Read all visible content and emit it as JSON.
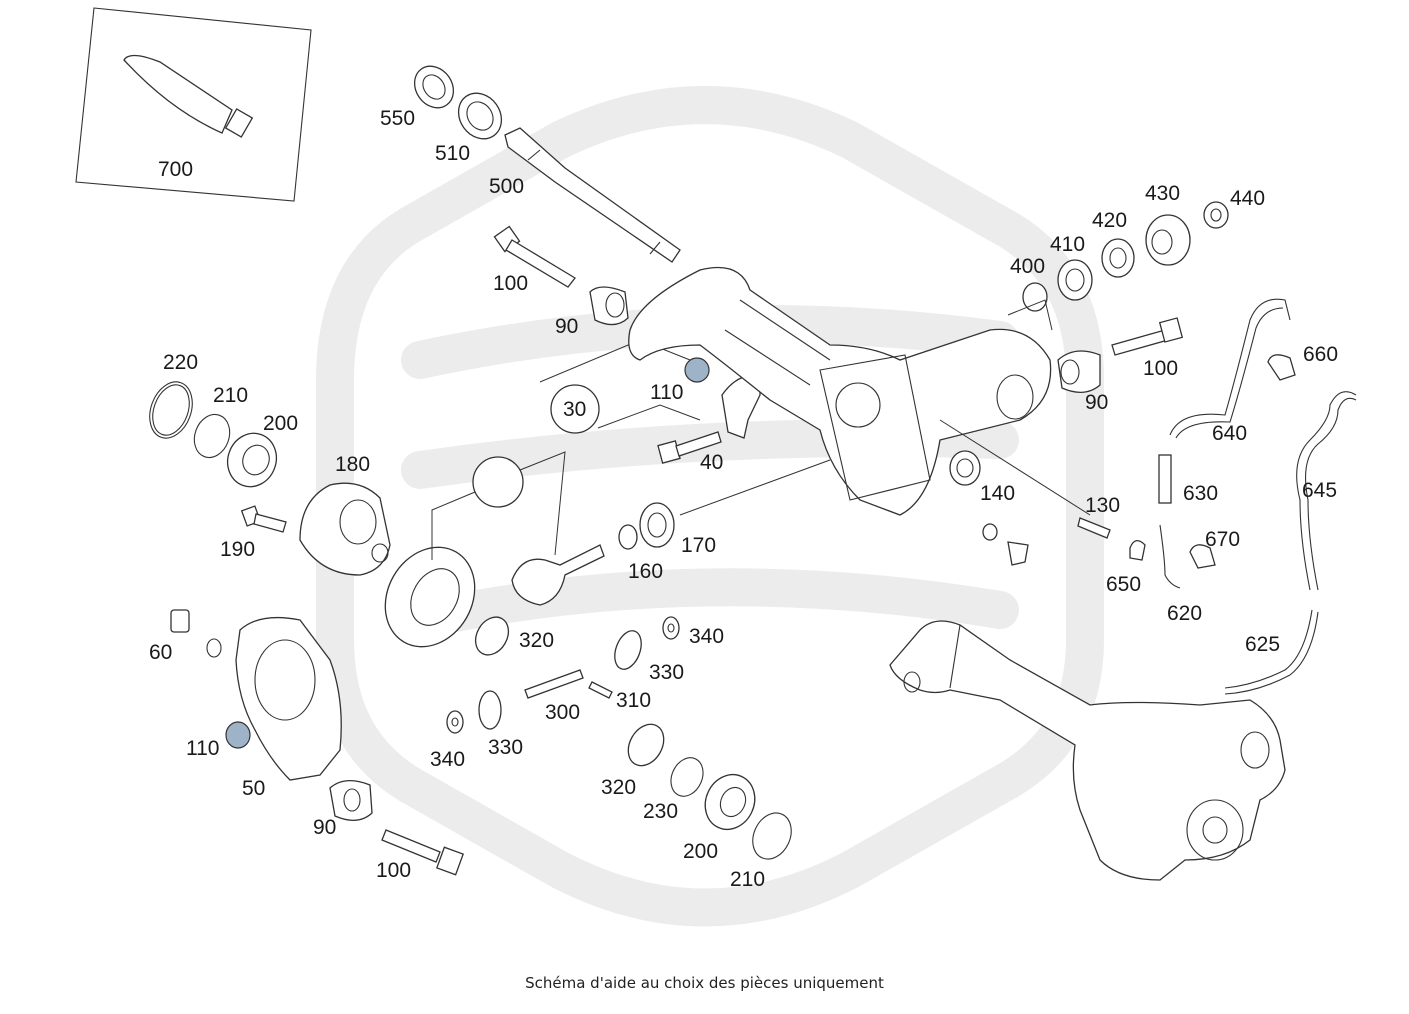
{
  "caption": "Schéma d'aide au choix des pièces uniquement",
  "colors": {
    "highlight": "#9fb3c8",
    "watermark": "#ececec",
    "line": "#333333"
  },
  "labels": {
    "p700": "700",
    "p550": "550",
    "p510": "510",
    "p500": "500",
    "p100a": "100",
    "p90a": "90",
    "p110a": "110",
    "p30": "30",
    "p40": "40",
    "p220": "220",
    "p210a": "210",
    "p200a": "200",
    "p180": "180",
    "p190": "190",
    "p400": "400",
    "p410": "410",
    "p420": "420",
    "p430": "430",
    "p440": "440",
    "p100b": "100",
    "p90b": "90",
    "p660": "660",
    "p640": "640",
    "p645": "645",
    "p140": "140",
    "p130": "130",
    "p630": "630",
    "p670": "670",
    "p650": "650",
    "p620": "620",
    "p625": "625",
    "p170": "170",
    "p160": "160",
    "p320a": "320",
    "p330a": "330",
    "p340a": "340",
    "p310": "310",
    "p300": "300",
    "p340b": "340",
    "p330b": "330",
    "p60": "60",
    "p110b": "110",
    "p50": "50",
    "p90c": "90",
    "p100c": "100",
    "p320b": "320",
    "p230": "230",
    "p200b": "200",
    "p210b": "210"
  }
}
